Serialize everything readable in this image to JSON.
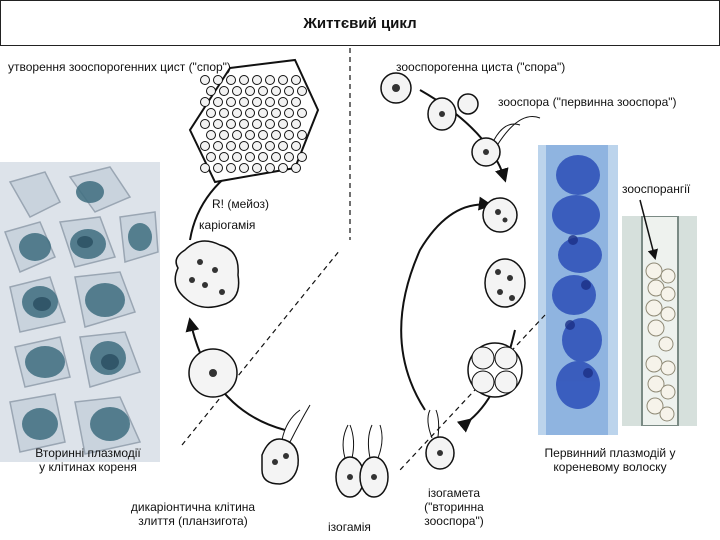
{
  "title": "Життєвий цикл",
  "labels": {
    "spore_formation": "утворення зооспорогенних цист (\"спор\")",
    "zoosporogenous_cyst": "зооспорогенна циста (\"спора\")",
    "primary_zoospore": "зооспора (\"первинна зооспора\")",
    "zoosporangia": "зооспорангії",
    "meiosis": "R! (мейоз)",
    "karyogamy": "каріогамія",
    "secondary_plasmodia_line1": "Вторинні плазмодії",
    "secondary_plasmodia_line2": "у клітинах кореня",
    "primary_plasmodium_line1": "Первинний плазмодій у",
    "primary_plasmodium_line2": "кореневому волоску",
    "dikaryotic_line1": "дикаріонтична клітина",
    "dikaryotic_line2": "злиття (планзигота)",
    "isogamy": "ізогамія",
    "isogamete_line1": "ізогамета",
    "isogamete_line2": "(\"вторинна",
    "isogamete_line3": "зооспора\")"
  }
}
